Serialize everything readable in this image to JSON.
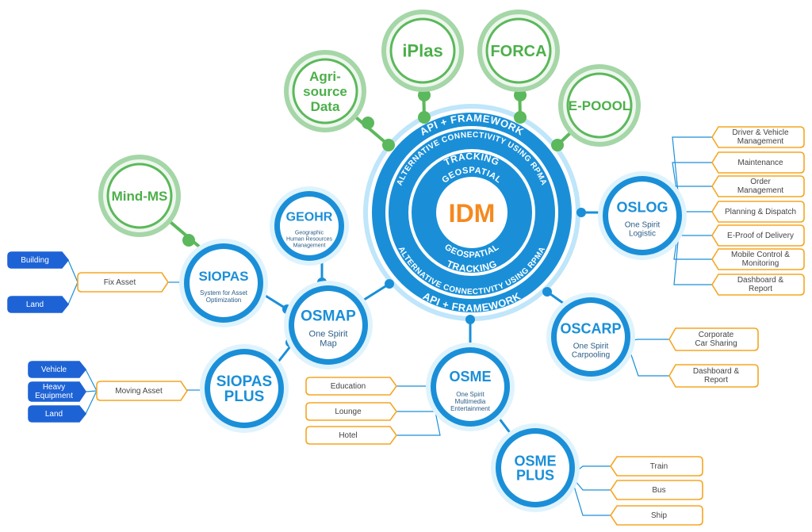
{
  "core": {
    "title": "IDM",
    "ring_outer": "API + FRAMEWORK",
    "ring_mid": "ALTERNATIVE CONNECTIVITY USING RPMA",
    "ring_inner1": "TRACKING",
    "ring_inner2": "GEOSPATIAL"
  },
  "green_nodes": [
    {
      "id": "agri",
      "lines": [
        "Agri-",
        "source",
        "Data"
      ]
    },
    {
      "id": "iplas",
      "lines": [
        "iPlas"
      ]
    },
    {
      "id": "forca",
      "lines": [
        "FORCA"
      ]
    },
    {
      "id": "epoool",
      "lines": [
        "E-POOOL"
      ]
    },
    {
      "id": "mindms",
      "lines": [
        "Mind-MS"
      ]
    }
  ],
  "blue_nodes": {
    "oslog": {
      "title": "OSLOG",
      "sub": "One Spirit\nLogistic"
    },
    "geohr": {
      "title": "GEOHR",
      "sub": "Geographic\nHuman Resources\nManagement"
    },
    "siopas": {
      "title": "SIOPAS",
      "sub": "System for Asset\nOptimization"
    },
    "osmap": {
      "title": "OSMAP",
      "sub": "One Spirit\nMap"
    },
    "siopas_plus": {
      "title": "SIOPAS\nPLUS",
      "sub": ""
    },
    "oscarp": {
      "title": "OSCARP",
      "sub": "One Spirit\nCarpooling"
    },
    "osme": {
      "title": "OSME",
      "sub": "One Spirit\nMultimedia\nEntertainment"
    },
    "osme_plus": {
      "title": "OSME\nPLUS",
      "sub": ""
    }
  },
  "oslog_items": [
    "Driver & Vehicle\nManagement",
    "Maintenance",
    "Order\nManagement",
    "Planning & Dispatch",
    "E-Proof of Delivery",
    "Mobile Control &\nMonitoring",
    "Dashboard &\nReport"
  ],
  "oscarp_items": [
    "Corporate\nCar Sharing",
    "Dashboard &\nReport"
  ],
  "osme_items": [
    "Education",
    "Lounge",
    "Hotel"
  ],
  "osme_plus_items": [
    "Train",
    "Bus",
    "Ship"
  ],
  "fix_asset": {
    "label": "Fix Asset",
    "items": [
      "Building",
      "Land"
    ]
  },
  "moving_asset": {
    "label": "Moving Asset",
    "items": [
      "Vehicle",
      "Heavy\nEquipment",
      "Land"
    ]
  },
  "colors": {
    "blue": "#1a8fd8",
    "dark_blue": "#1565c0",
    "light_blue": "#8fd3f4",
    "green": "#5cb85c",
    "green_light": "#a5d6a7",
    "orange": "#f5a623",
    "leaf_blue": "#1e63d6"
  }
}
